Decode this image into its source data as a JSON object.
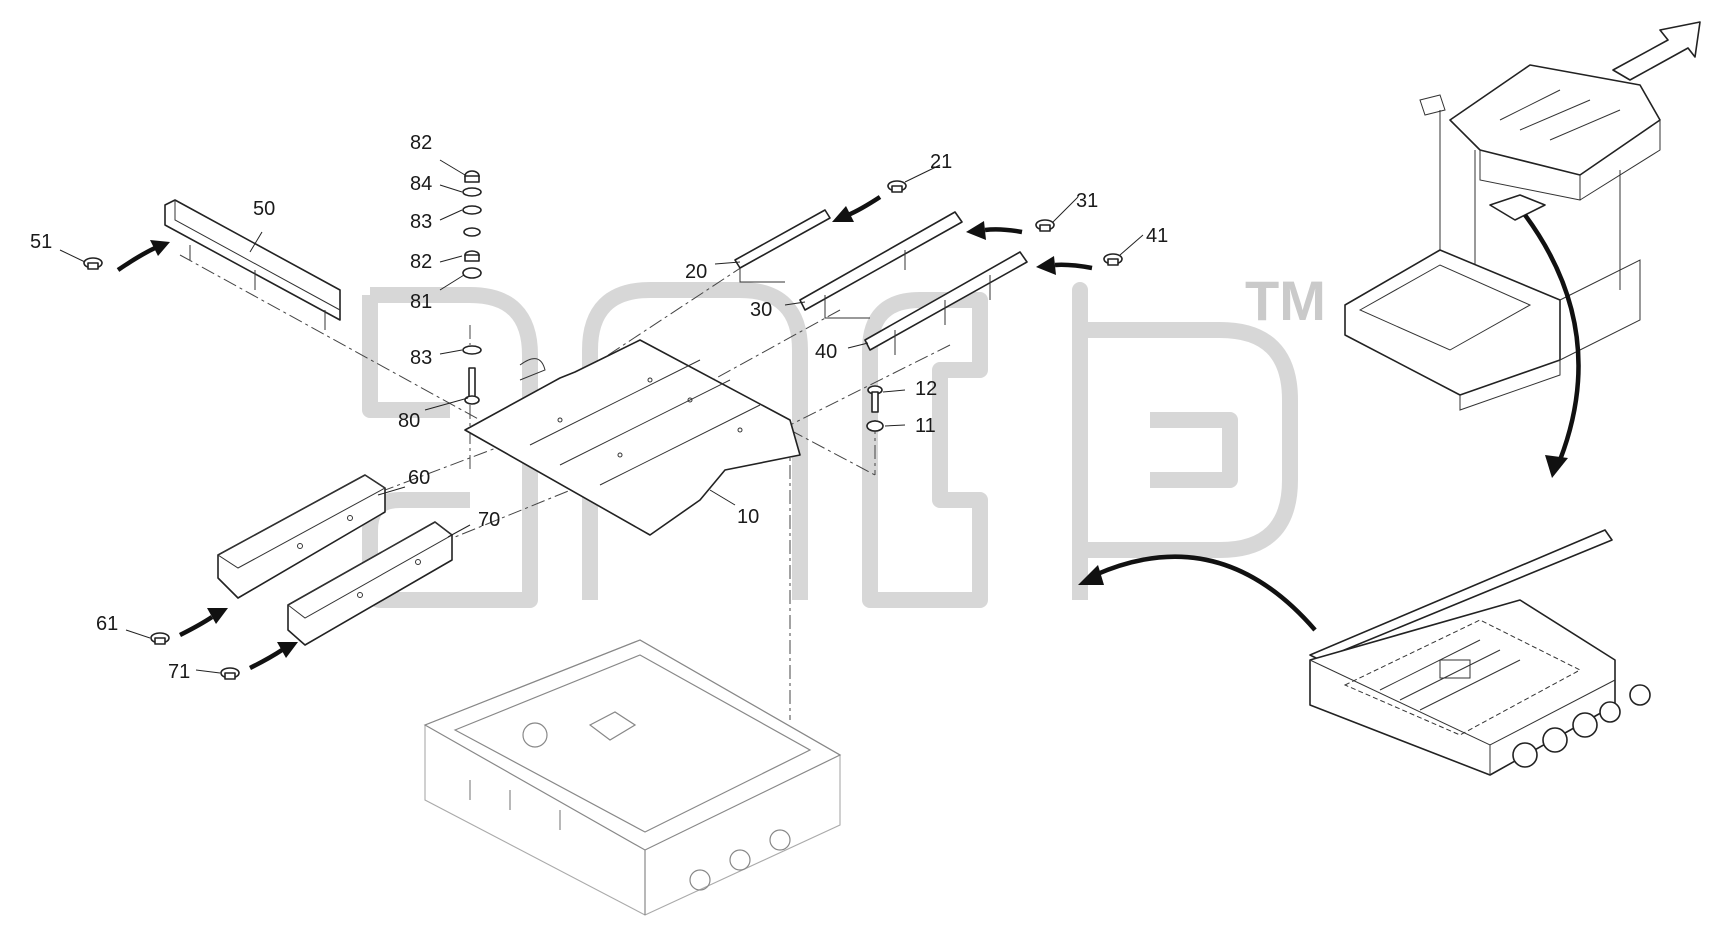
{
  "callouts": {
    "c10": "10",
    "c11": "11",
    "c12": "12",
    "c20": "20",
    "c21": "21",
    "c30": "30",
    "c31": "31",
    "c40": "40",
    "c41": "41",
    "c50": "50",
    "c51": "51",
    "c60": "60",
    "c61": "61",
    "c70": "70",
    "c71": "71",
    "c80": "80",
    "c81": "81",
    "c82a": "82",
    "c82b": "82",
    "c83a": "83",
    "c83b": "83",
    "c84": "84"
  },
  "watermark": {
    "trademark": "TM"
  },
  "colors": {
    "line": "#222222",
    "watermark": "#c9c9c9",
    "background": "#ffffff"
  }
}
